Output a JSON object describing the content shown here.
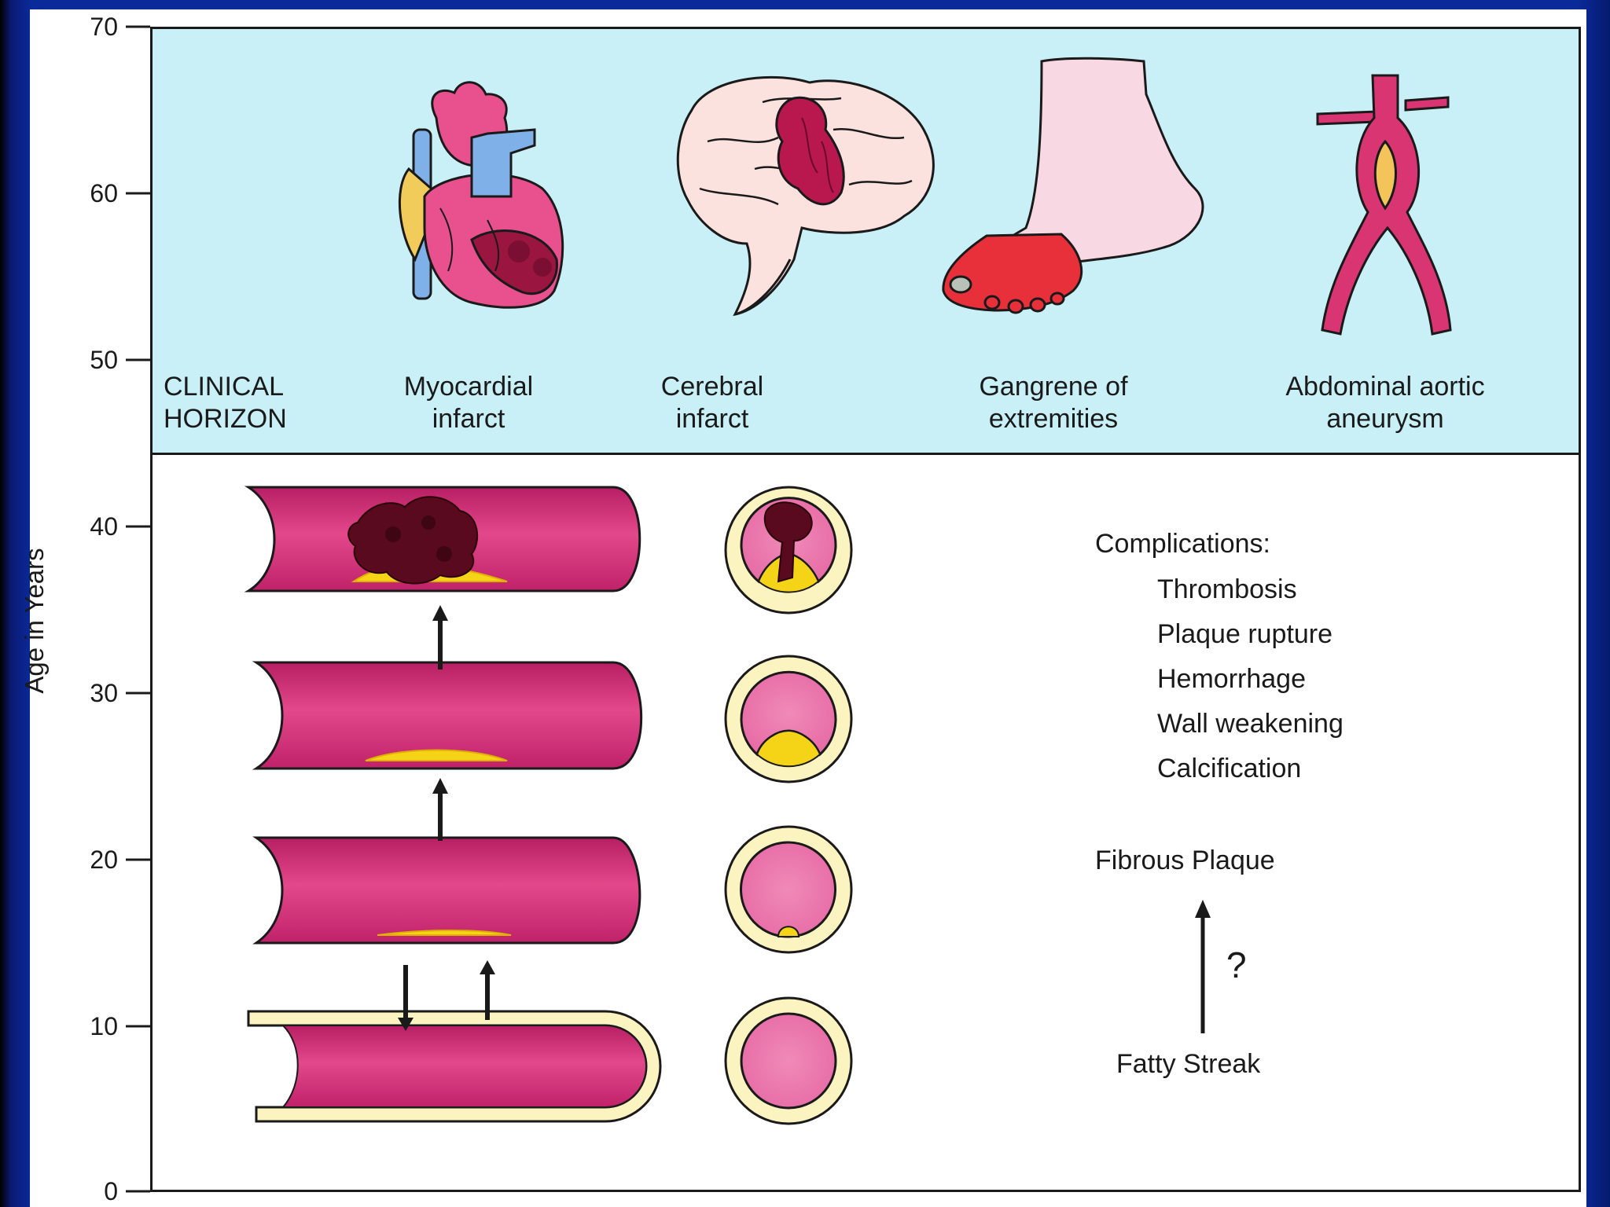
{
  "y_axis": {
    "title": "Age in Years",
    "ticks": [
      "70",
      "60",
      "50",
      "40",
      "30",
      "20",
      "10",
      "0"
    ]
  },
  "clinical_horizon": {
    "label": "CLINICAL\nHORIZON",
    "events": [
      {
        "label": "Myocardial\ninfarct",
        "icon": "heart-icon"
      },
      {
        "label": "Cerebral\ninfarct",
        "icon": "brain-icon"
      },
      {
        "label": "Gangrene of\nextremities",
        "icon": "foot-icon"
      },
      {
        "label": "Abdominal aortic\naneurysm",
        "icon": "aorta-icon"
      }
    ]
  },
  "progression": {
    "complications_title": "Complications:",
    "complications": [
      "Thrombosis",
      "Plaque rupture",
      "Hemorrhage",
      "Wall weakening",
      "Calcification"
    ],
    "fibrous_plaque": "Fibrous Plaque",
    "fatty_streak": "Fatty Streak",
    "uncertain_mark": "?"
  },
  "colors": {
    "background_slide": "#0a2a9a",
    "clinical_region": "#c8f0f6",
    "vessel_lumen": "#d6307a",
    "vessel_wall": "#fbf3c0",
    "lipid": "#f5d418",
    "thrombus": "#5a0a1e"
  }
}
